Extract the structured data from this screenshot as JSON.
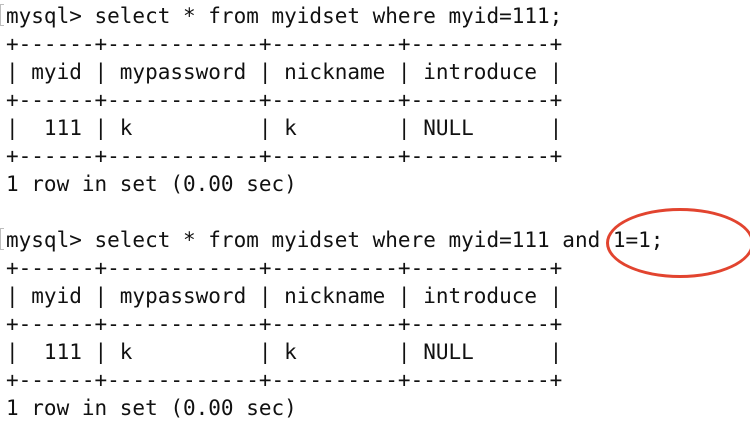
{
  "accent_color": "#e2442f",
  "queries": [
    {
      "prompt": "mysql>",
      "command": " select * from myidset where myid=111;",
      "border": "+------+------------+----------+-----------+",
      "header": "| myid | mypassword | nickname | introduce |",
      "row": "|  111 | k          | k        | NULL      |",
      "result": "1 row in set (0.00 sec)"
    },
    {
      "prompt": "mysql>",
      "command": " select * from myidset where myid=111 and 1=1;",
      "border": "+------+------------+----------+-----------+",
      "header": "| myid | mypassword | nickname | introduce |",
      "row": "|  111 | k          | k        | NULL      |",
      "result": "1 row in set (0.00 sec)"
    }
  ]
}
